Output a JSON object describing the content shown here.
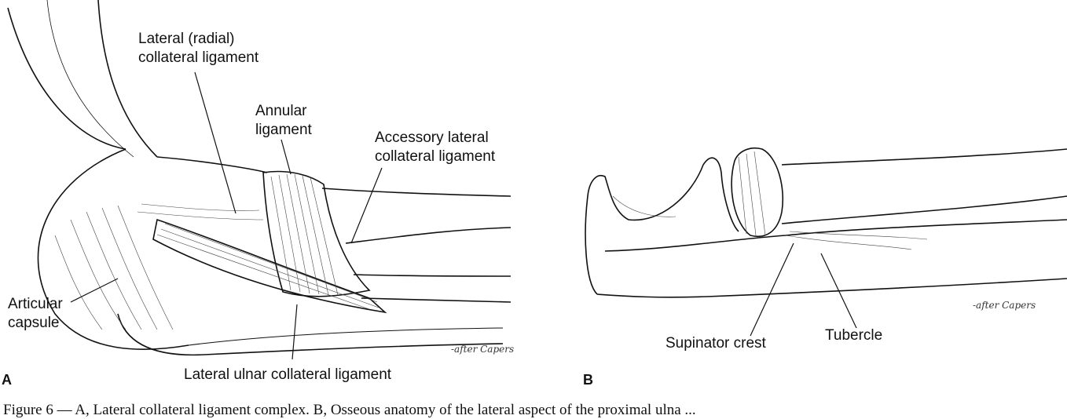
{
  "panel_a": {
    "letter": "A",
    "labels": {
      "lateral_radial_collateral_1": "Lateral (radial)",
      "lateral_radial_collateral_2": "collateral ligament",
      "annular_1": "Annular",
      "annular_2": "ligament",
      "accessory_lateral_1": "Accessory lateral",
      "accessory_lateral_2": "collateral ligament",
      "articular_capsule_1": "Articular",
      "articular_capsule_2": "capsule",
      "lateral_ulnar_collateral": "Lateral ulnar collateral ligament"
    },
    "signature": "-after Capers"
  },
  "panel_b": {
    "letter": "B",
    "labels": {
      "supinator_crest": "Supinator crest",
      "tubercle": "Tubercle"
    },
    "signature": "-after Capers"
  },
  "caption": "Figure 6 — A, Lateral collateral ligament complex. B, Osseous anatomy of the lateral aspect of the proximal ulna ..."
}
